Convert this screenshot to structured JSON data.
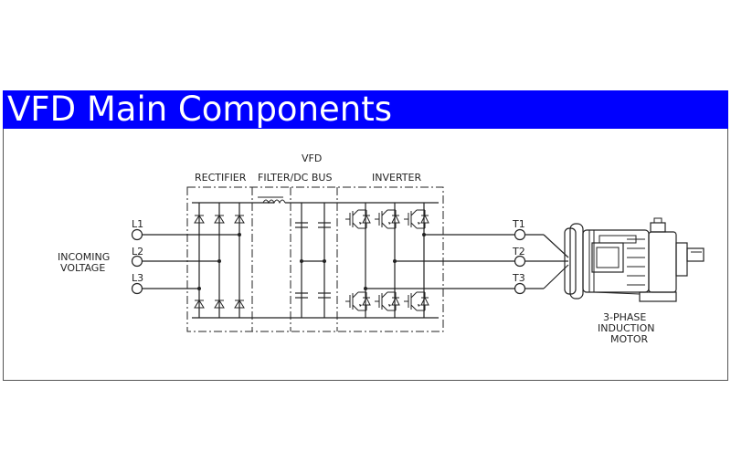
{
  "title": "VFD Main Components",
  "diagram": {
    "vfd_label": "VFD",
    "sections": {
      "rectifier": "RECTIFIER",
      "filter_dc_bus": "FILTER/DC  BUS",
      "inverter": "INVERTER"
    },
    "inputs": {
      "label_line1": "INCOMING",
      "label_line2": "VOLTAGE",
      "terminals": [
        "L1",
        "L2",
        "L3"
      ]
    },
    "outputs": {
      "terminals": [
        "T1",
        "T2",
        "T3"
      ]
    },
    "motor": {
      "line1": "3-PHASE",
      "line2": "INDUCTION",
      "line3": "MOTOR"
    }
  }
}
